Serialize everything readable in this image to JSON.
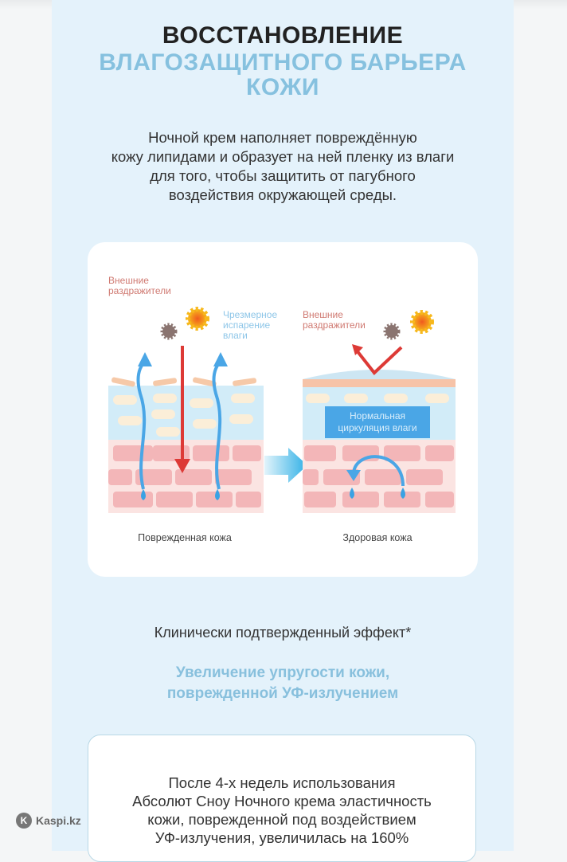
{
  "title": {
    "line1": "ВОССТАНОВЛЕНИЕ",
    "line2": "ВЛАГОЗАЩИТНОГО БАРЬЕРА",
    "line3": "КОЖИ"
  },
  "intro": [
    "Ночной крем наполняет повреждённую",
    "кожу липидами и образует на ней пленку из влаги",
    "для того, чтобы защитить от пагубного",
    "воздействия окружающей среды."
  ],
  "diagram": {
    "left_irritants": [
      "Внешние",
      "раздражители"
    ],
    "evaporation": [
      "Чрезмерное",
      "испарение",
      "влаги"
    ],
    "right_irritants": [
      "Внешние",
      "раздражители"
    ],
    "circulation": [
      "Нормальная",
      "циркуляция влаги"
    ],
    "damaged_label": "Поврежденная кожа",
    "healthy_label": "Здоровая кожа"
  },
  "clinical": "Клинически подтвержденный эффект*",
  "subtitle": [
    "Увеличение упругости кожи,",
    "поврежденной УФ-излучением"
  ],
  "result_text": [
    "После 4-х недель использования",
    "Абсолют Сноу Ночного крема эластичность",
    "кожи, поврежденной под воздействием",
    "УФ-излучения, увеличилась на 160%"
  ],
  "watermark": "Kaspi.kz"
}
